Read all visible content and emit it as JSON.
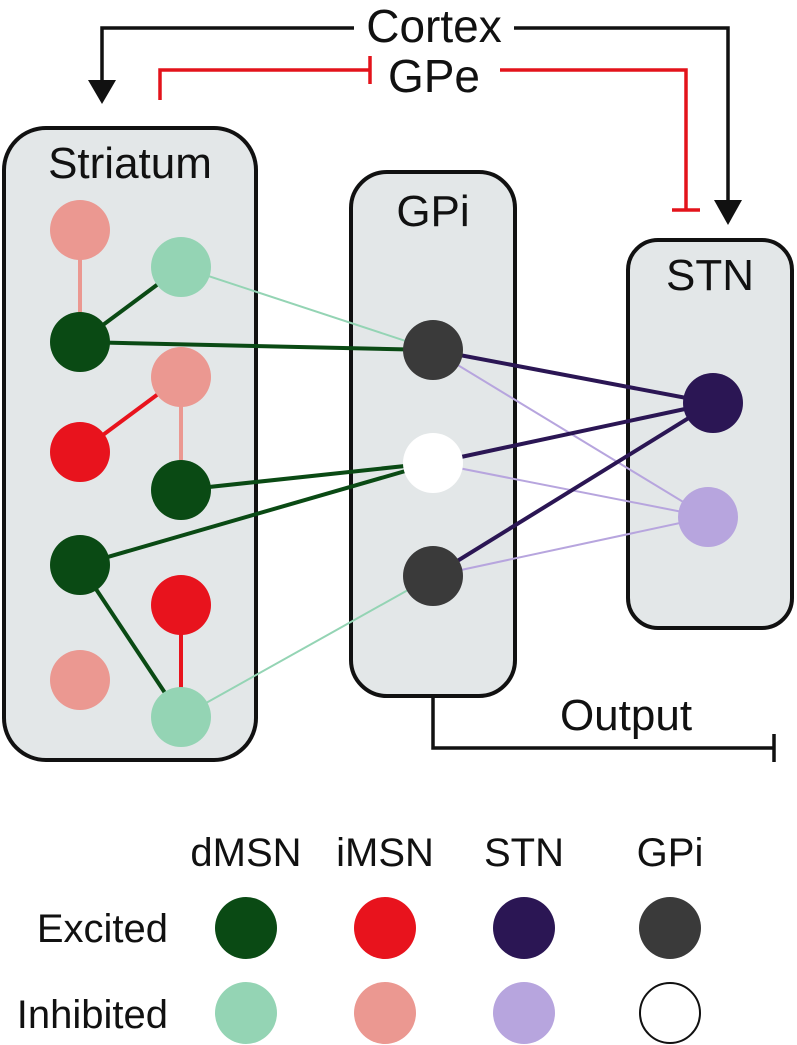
{
  "labels": {
    "cortex": "Cortex",
    "gpe": "GPe",
    "striatum": "Striatum",
    "gpi": "GPi",
    "stn": "STN",
    "output": "Output"
  },
  "legend": {
    "columns": [
      "dMSN",
      "iMSN",
      "STN",
      "GPi"
    ],
    "rows": [
      "Excited",
      "Inhibited"
    ]
  },
  "colors": {
    "dmsn_excited": "#0a4a14",
    "dmsn_inhibited": "#94d4b4",
    "imsn_excited": "#e8131d",
    "imsn_inhibited": "#eb9891",
    "stn_excited": "#2b1654",
    "stn_inhibited": "#b7a5de",
    "gpi_excited": "#3a3a3a",
    "gpi_inhibited": "#ffffff",
    "excitatory_pathway": "#111111",
    "inhibitory_pathway": "#e3131b",
    "region_fill": "#e3e7e8"
  }
}
